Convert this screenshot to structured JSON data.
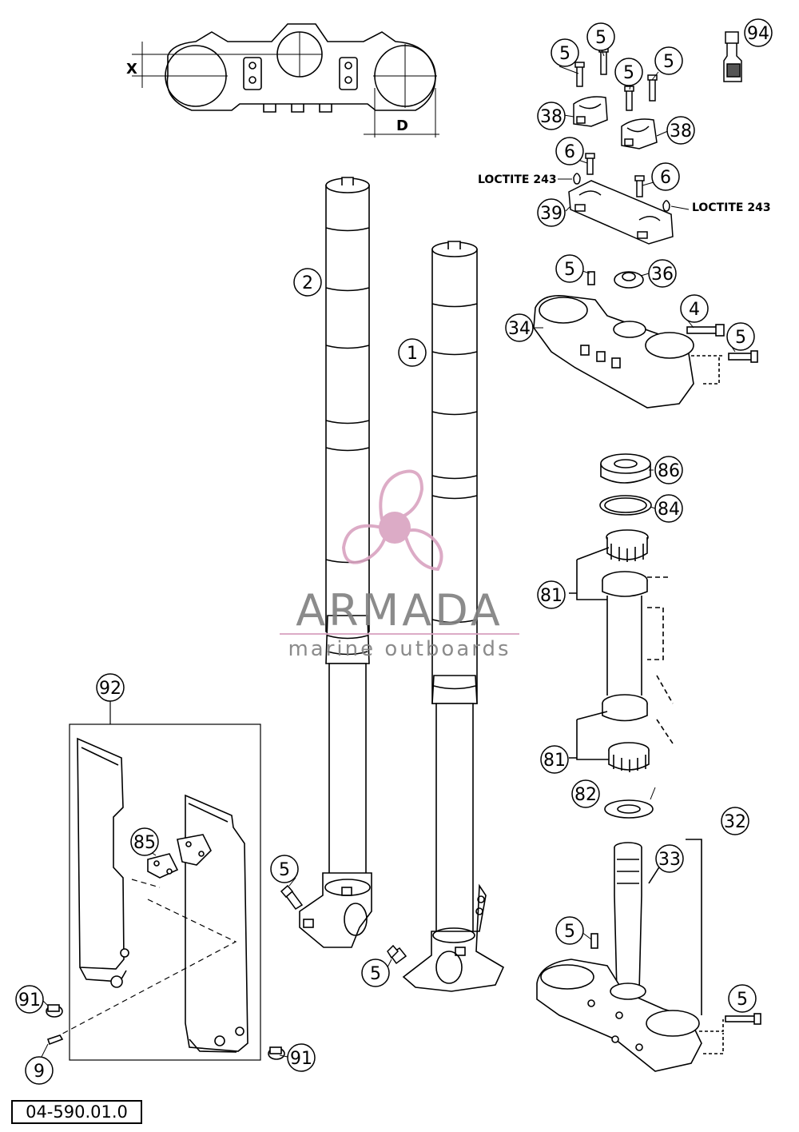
{
  "document_code": "04-590.01.0",
  "watermark": {
    "brand": "ARMADA",
    "tagline": "marine outboards",
    "color": "#d9a3c0"
  },
  "dimensions": {
    "x_label": "X",
    "d_label": "D"
  },
  "loctite_labels": [
    "LOCTITE 243",
    "LOCTITE 243"
  ],
  "callouts": [
    "94",
    "5",
    "5",
    "5",
    "5",
    "38",
    "38",
    "6",
    "6",
    "39",
    "5",
    "36",
    "4",
    "34",
    "5",
    "2",
    "1",
    "86",
    "84",
    "81",
    "81",
    "82",
    "32",
    "33",
    "5",
    "5",
    "5",
    "92",
    "85",
    "91",
    "91",
    "9",
    "5"
  ]
}
